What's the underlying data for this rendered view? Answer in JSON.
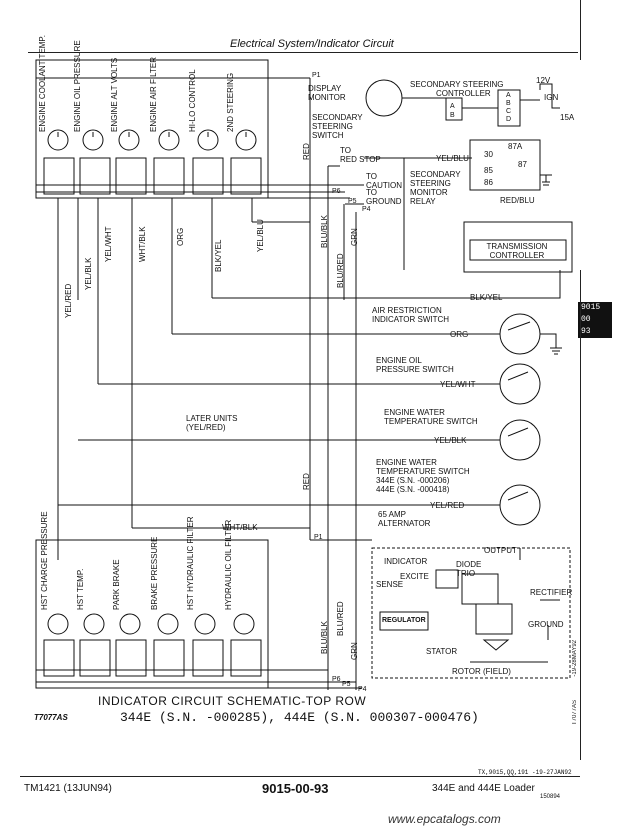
{
  "header": {
    "title": "Electrical System/Indicator Circuit"
  },
  "top_gauges": [
    "ENGINE COOLANT TEMP.",
    "ENGINE OIL PRESSURE",
    "ENGINE ALT VOLTS",
    "ENGINE AIR FILTER",
    "HI-LO CONTROL",
    "2ND STEERING"
  ],
  "bottom_gauges": [
    "HST CHARGE PRESSURE",
    "HST TEMP.",
    "PARK BRAKE",
    "BRAKE PRESSURE",
    "HST HYDRAULIC FILTER",
    "HYDRAULIC OIL FILTER"
  ],
  "wire_labels_left": [
    "YEL/RED",
    "YEL/BLK",
    "YEL/WHT",
    "WHT/BLK",
    "ORG",
    "BLK/YEL",
    "YEL/BLU"
  ],
  "wire_labels_mid": [
    "RED",
    "BLU/BLK",
    "BLU/RED",
    "GRN"
  ],
  "points": {
    "p1": "P1",
    "p6": "P6",
    "p5": "P5",
    "p4": "P4",
    "p1b": "P1",
    "p6b": "P6",
    "p5b": "P5",
    "p4b": "P4"
  },
  "monitor": {
    "line1": "DISPLAY",
    "line2": "MONITOR"
  },
  "sec_steer_switch": [
    "SECONDARY",
    "STEERING",
    "SWITCH"
  ],
  "sec_steer_ctrl": [
    "SECONDARY STEERING",
    "CONTROLLER"
  ],
  "to_labels": {
    "red_stop": "RED STOP",
    "caution": "CAUTION",
    "ground": "GROUND",
    "to": "TO"
  },
  "relay": {
    "name": [
      "SECONDARY",
      "STEERING",
      "MONITOR",
      "RELAY"
    ],
    "pins": [
      "30",
      "87A",
      "87",
      "85",
      "86"
    ],
    "wire_in": "YEL/BLU",
    "wire_out": "RED/BLU"
  },
  "power": {
    "v": "12V",
    "ign": "IGN",
    "fuse": "15A"
  },
  "ctrl_pins": [
    "A",
    "B",
    "A",
    "B",
    "C",
    "D"
  ],
  "transmission": [
    "TRANSMISSION",
    "CONTROLLER"
  ],
  "trans_wire": "BLK/YEL",
  "switches": [
    {
      "name": [
        "AIR RESTRICTION",
        "INDICATOR SWITCH"
      ],
      "wire": "ORG"
    },
    {
      "name": [
        "ENGINE OIL",
        "PRESSURE SWITCH"
      ],
      "wire": "YEL/WHT"
    },
    {
      "name": [
        "ENGINE WATER",
        "TEMPERATURE SWITCH"
      ],
      "wire": "YEL/BLK"
    },
    {
      "name": [
        "ENGINE WATER",
        "TEMPERATURE SWITCH",
        "344E (S.N. -000206)",
        "444E (S.N. -000418)"
      ],
      "wire": "YEL/RED"
    }
  ],
  "later_units": [
    "LATER UNITS",
    "(YEL/RED)"
  ],
  "alternator": {
    "title": [
      "65 AMP",
      "ALTERNATOR"
    ],
    "indicator": "INDICATOR",
    "excite": "EXCITE",
    "sense": "SENSE",
    "output": "OUTPUT",
    "diode": [
      "DIODE",
      "TRIO"
    ],
    "rectifier": "RECTIFIER",
    "regulator": "REGULATOR",
    "ground": "GROUND",
    "stator": "STATOR",
    "rotor": "ROTOR (FIELD)"
  },
  "wht_blk": "WHT/BLK",
  "caption": {
    "line1": "INDICATOR CIRCUIT SCHEMATIC-TOP ROW",
    "line2": "344E (S.N. -000285), 444E (S.N. 000307-000476)",
    "fig": "T7077AS"
  },
  "side_tab": [
    "9015",
    "00",
    "93"
  ],
  "footer": {
    "manual": "TM1421 (13JUN94)",
    "page": "9015-00-93",
    "model": "344E and 444E Loader",
    "code": "TX,9015,QQ,191 -19-27JAN92",
    "code2": "150894",
    "side1": "-19-28MAY92",
    "side2": "T7077AS"
  },
  "watermark": "www.epcatalogs.com"
}
